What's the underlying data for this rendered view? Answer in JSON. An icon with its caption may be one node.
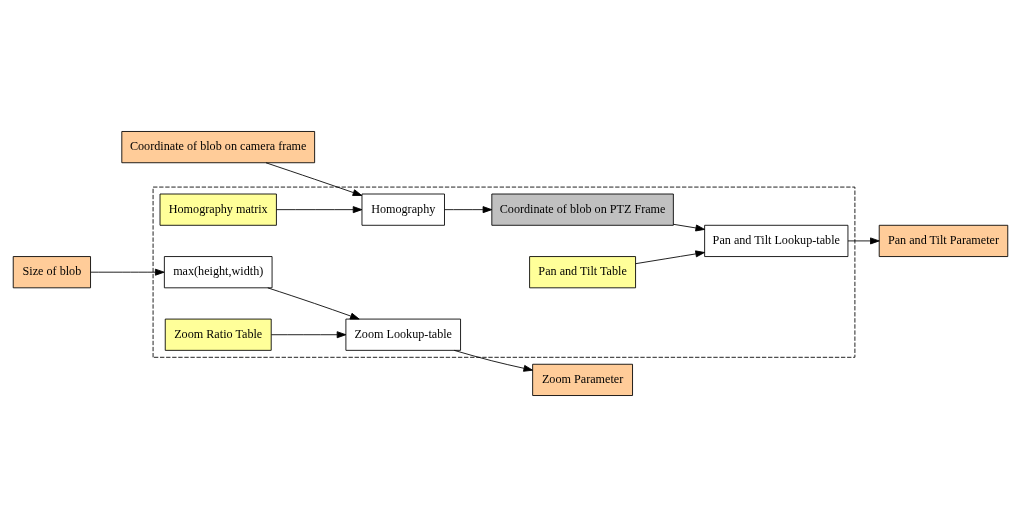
{
  "diagram": {
    "nodes": [
      {
        "text": [],
        "shape": "box"
      },
      {
        "text": [
          "Homography matrix"
        ],
        "in": 0
      },
      {
        "text": [
          "Pan and Tilt Table"
        ],
        "in": 0
      },
      {
        "text": [
          "Coordinate of blob on camera frame"
        ]
      },
      {
        "text": [
          "Homography"
        ],
        "in": 0
      },
      {
        "text": [
          "Coordinate of blob on PTZ Frame"
        ],
        "in": 0
      },
      {
        "text": [
          "Pan and Tilt Lookup-table"
        ],
        "in": 0
      },
      {
        "text": [
          "Pan and Tilt Parameter"
        ]
      },
      {
        "text": [
          "Size of blob"
        ]
      },
      {
        "text": [
          "max(height,width)"
        ],
        "in": 0
      },
      {
        "text": [
          "Zoom Lookup-table"
        ],
        "in": 0
      },
      {
        "text": [
          "Zoom Parameter"
        ]
      },
      {
        "text": [
          "Zoom Ratio Table"
        ],
        "in": 0
      }
    ],
    "edges": [
      {
        "from": 1,
        "to": 4,
        "arrow": "to"
      },
      {
        "from": 2,
        "to": 6,
        "arrow": "to"
      },
      {
        "from": 3,
        "to": 4,
        "arrow": "to"
      },
      {
        "from": 4,
        "to": 5,
        "arrow": "to"
      },
      {
        "from": 5,
        "to": 6,
        "arrow": "to"
      },
      {
        "from": 6,
        "to": 7,
        "arrow": "to"
      },
      {
        "from": 8,
        "to": 9,
        "arrow": "to"
      },
      {
        "from": 9,
        "to": 10,
        "arrow": "to"
      },
      {
        "from": 10,
        "to": 11,
        "arrow": "to"
      },
      {
        "from": 12,
        "to": 10,
        "arrow": "to"
      }
    ]
  }
}
